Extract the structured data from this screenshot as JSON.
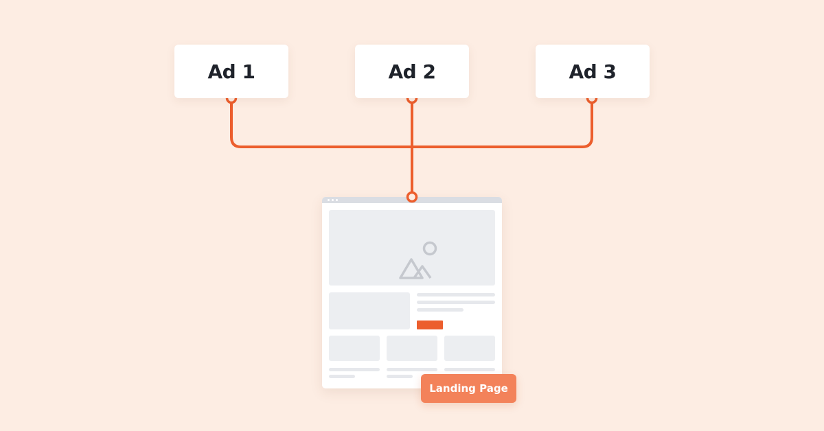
{
  "ads": [
    {
      "label": "Ad 1"
    },
    {
      "label": "Ad 2"
    },
    {
      "label": "Ad 3"
    }
  ],
  "landing_page": {
    "label": "Landing Page"
  },
  "colors": {
    "background": "#fdede3",
    "connector": "#ec5e2d",
    "card": "#ffffff",
    "badge": "#f3825a",
    "wireframe": "#eceef1",
    "text": "#1f232b"
  },
  "icons": {
    "hero_image": "image-placeholder-icon"
  }
}
